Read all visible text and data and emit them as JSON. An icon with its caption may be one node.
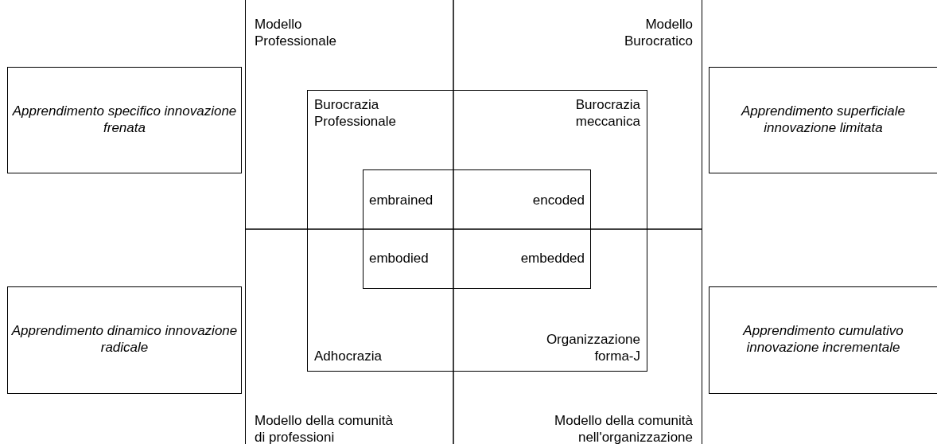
{
  "diagram": {
    "nodes": [
      {
        "text": [
          "Modello Professionale",
          "Modello Burocratico",
          "Modello della comunità di professioni",
          "Modello della comunità nell'organizzazione"
        ]
      },
      {
        "text": [
          "Burocrazia Professionale",
          "Burocrazia meccanica",
          "Adhocrazia",
          "Organizzazione forma-J"
        ],
        "in": 0
      },
      {
        "text": [
          "embrained",
          "encoded",
          "embodied",
          "embedded"
        ],
        "in": 1
      },
      {
        "text": [
          "Apprendimento specifico innovazione frenata"
        ]
      },
      {
        "text": [
          "Apprendimento superficiale innovazione limitata"
        ]
      },
      {
        "text": [
          "Apprendimento dinamico innovazione radicale"
        ]
      },
      {
        "text": [
          "Apprendimento cumulativo innovazione incrementale"
        ]
      }
    ]
  }
}
